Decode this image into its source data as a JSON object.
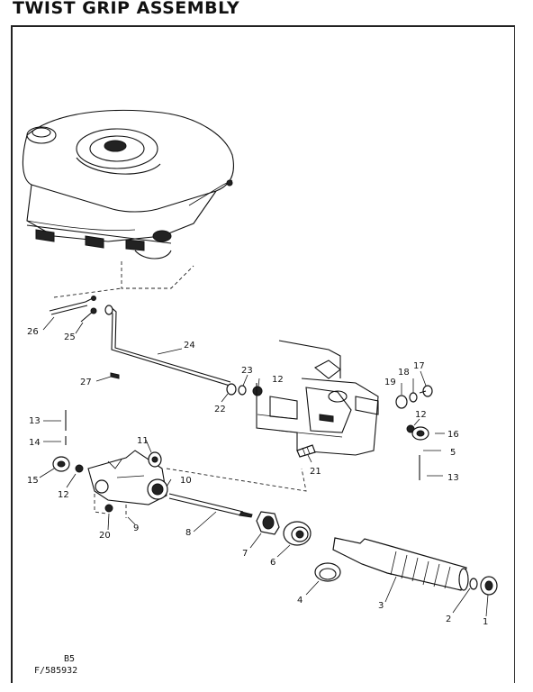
{
  "title": "TWIST GRIP ASSEMBLY",
  "callouts": {
    "c1": "1",
    "c2": "2",
    "c3": "3",
    "c4": "4",
    "c5": "5",
    "c6": "6",
    "c7": "7",
    "c8": "8",
    "c9": "9",
    "c10": "10",
    "c11": "11",
    "c12a": "12",
    "c12b": "12",
    "c12c": "12",
    "c13a": "13",
    "c13b": "13",
    "c14": "14",
    "c15": "15",
    "c16": "16",
    "c17": "17",
    "c18": "18",
    "c19": "19",
    "c20": "20",
    "c21": "21",
    "c22": "22",
    "c23": "23",
    "c24": "24",
    "c25": "25",
    "c26": "26",
    "c27": "27"
  },
  "footer": {
    "code": "B5",
    "part_number": "F/585932"
  }
}
